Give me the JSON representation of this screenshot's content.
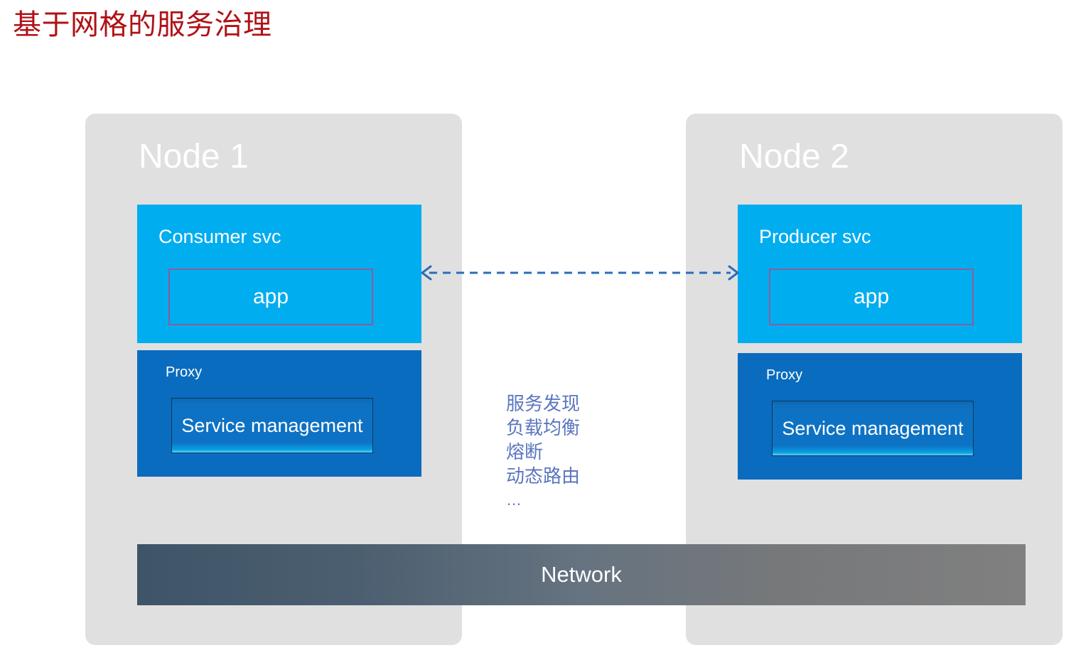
{
  "slide": {
    "title": "基于网格的服务治理",
    "title_color": "#B01116",
    "background": "#FFFFFF"
  },
  "palette": {
    "node_container": "#E0E0E0",
    "svc_blue": "#00ADEF",
    "proxy_blue": "#0A6CBE",
    "svc_mgmt_blue": "#0E72C4",
    "app_border_purple": "#8A5E9E",
    "arrow_blue": "#2A6EBB",
    "note_text_blue": "#5B76C0",
    "network_gradient_start": "#3E5468",
    "network_gradient_end": "#808080"
  },
  "nodes": [
    {
      "id": "node-1",
      "title": "Node 1",
      "svc": {
        "label": "Consumer svc",
        "app_label": "app"
      },
      "proxy": {
        "label": "Proxy",
        "service_management_label": "Service management"
      }
    },
    {
      "id": "node-2",
      "title": "Node 2",
      "svc": {
        "label": "Producer svc",
        "app_label": "app"
      },
      "proxy": {
        "label": "Proxy",
        "service_management_label": "Service management"
      }
    }
  ],
  "center_notes": {
    "lines": [
      "服务发现",
      "负载均衡",
      "熔断",
      "动态路由"
    ],
    "ellipsis": "…"
  },
  "network": {
    "label": "Network"
  },
  "connection": {
    "icon": "double-headed-dashed-arrow",
    "direction": "bidirectional",
    "style": "dashed"
  }
}
